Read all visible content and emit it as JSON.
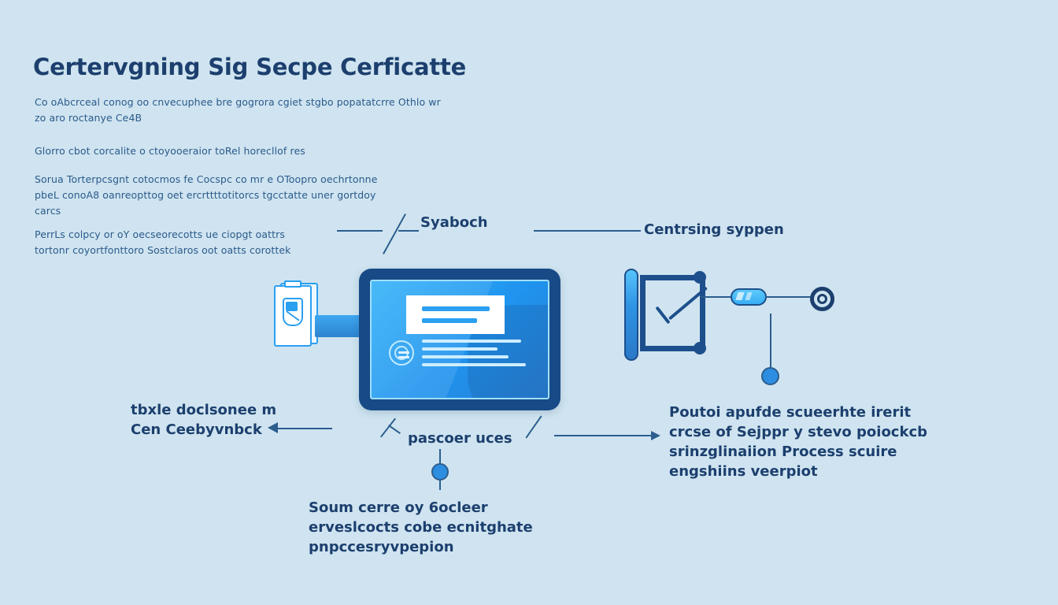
{
  "page": {
    "background_color": "#cfe4f0",
    "title": "Certervgning Sig Secpe Cerficatte"
  },
  "body_text": {
    "para_1": "Co oAbcrceal conog oo cnvecuphee bre gogrora cgiet stgbo popatatcrre Othlo wr zo aro roctanye Ce4B",
    "para_2": "Glorro cbot corcalite o ctoyooeraior toRel horecllof res",
    "para_3": "Sorua Torterpcsgnt cotocmos fe Cocspc co mr e OToopro oechrtonne pbeL conoA8 oanreopttog oet ercrttttotitorcs tgcctatte uner gortdoy carcs",
    "para_4": "PerrLs colpcy or oY oecseorecotts ue ciopgt oattrs tortonr coyortfonttoro Sostclaros oot oatts corottek"
  },
  "diagram": {
    "label_symbol": "Syaboch",
    "label_centrsing": "Centrsing syppen",
    "label_left": "tbxle doclsonee m Cen Ceebyvnbck",
    "label_mid": "pascoer uces",
    "label_right": "Poutoi apufde scueerhte irerit crcse of Sejppr y stevo poiockcb srinzglinaiion Process scuire engshiins veerpiot",
    "label_bottom": "Soum cerre oy 6ocleer erveslcocts cobe ecnitghate pnpccesryvpepion",
    "colors": {
      "accent_dark": "#1c3f6e",
      "accent_line": "#2c5e8e",
      "accent_blue": "#2b9ff0",
      "tablet_bezel": "#174a86",
      "dot_blue": "#2d8de0"
    }
  }
}
